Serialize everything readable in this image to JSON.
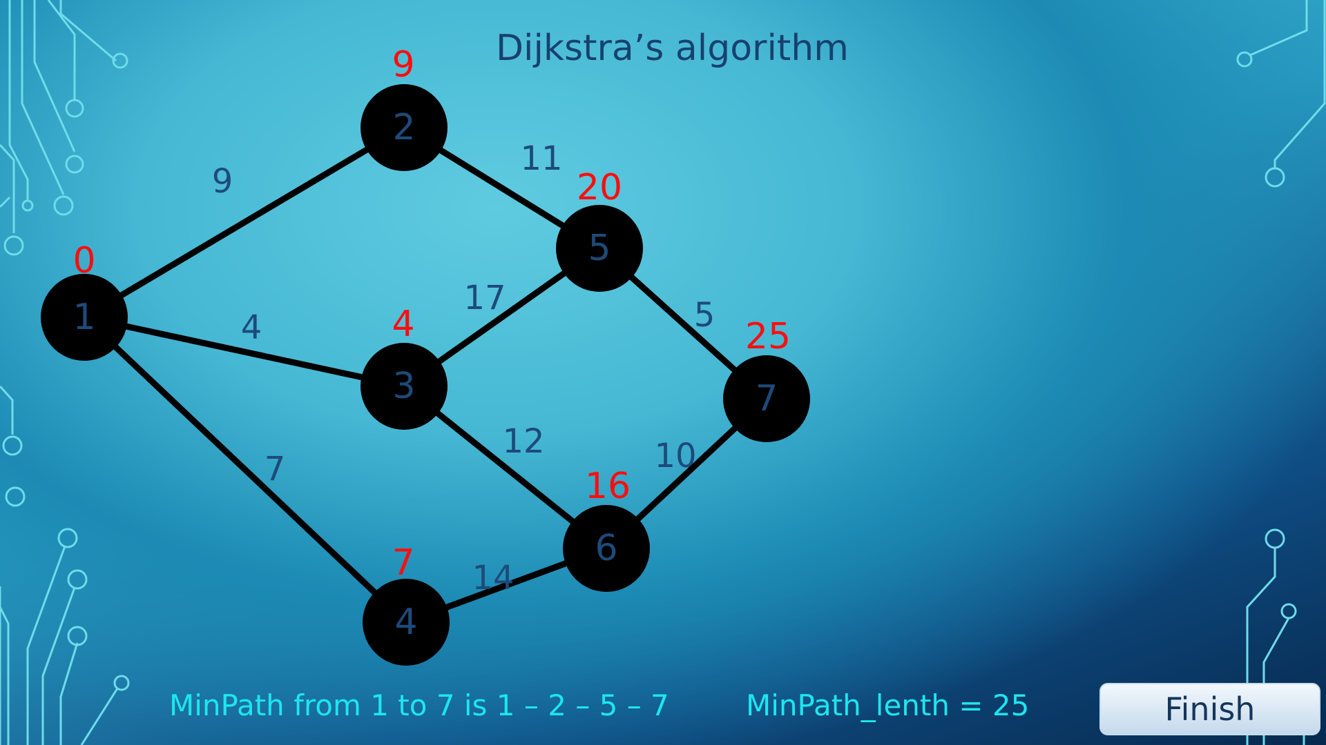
{
  "title": "Dijkstra’s algorithm",
  "colors": {
    "node_fill": "#000000",
    "edge_stroke": "#000000",
    "node_label": "#1d4a7a",
    "distance_label": "#ff0d0d",
    "weight_label": "#1d4a7a",
    "result_text": "#1ee6ee"
  },
  "nodes": [
    {
      "id": "1",
      "distance": "0"
    },
    {
      "id": "2",
      "distance": "9"
    },
    {
      "id": "3",
      "distance": "4"
    },
    {
      "id": "4",
      "distance": "7"
    },
    {
      "id": "5",
      "distance": "20"
    },
    {
      "id": "6",
      "distance": "16"
    },
    {
      "id": "7",
      "distance": "25"
    }
  ],
  "edges": [
    {
      "from": "1",
      "to": "2",
      "weight": "9"
    },
    {
      "from": "1",
      "to": "3",
      "weight": "4"
    },
    {
      "from": "1",
      "to": "4",
      "weight": "7"
    },
    {
      "from": "2",
      "to": "5",
      "weight": "11"
    },
    {
      "from": "3",
      "to": "5",
      "weight": "17"
    },
    {
      "from": "3",
      "to": "6",
      "weight": "12"
    },
    {
      "from": "4",
      "to": "6",
      "weight": "14"
    },
    {
      "from": "5",
      "to": "7",
      "weight": "5"
    },
    {
      "from": "6",
      "to": "7",
      "weight": "10"
    }
  ],
  "result": {
    "path_text": "MinPath from 1 to 7 is 1 – 2 – 5 – 7",
    "length_text": "MinPath_lenth = 25"
  },
  "finish_button": {
    "label": "Finish"
  },
  "decoration": {
    "icon": "circuit-trace-icon"
  }
}
